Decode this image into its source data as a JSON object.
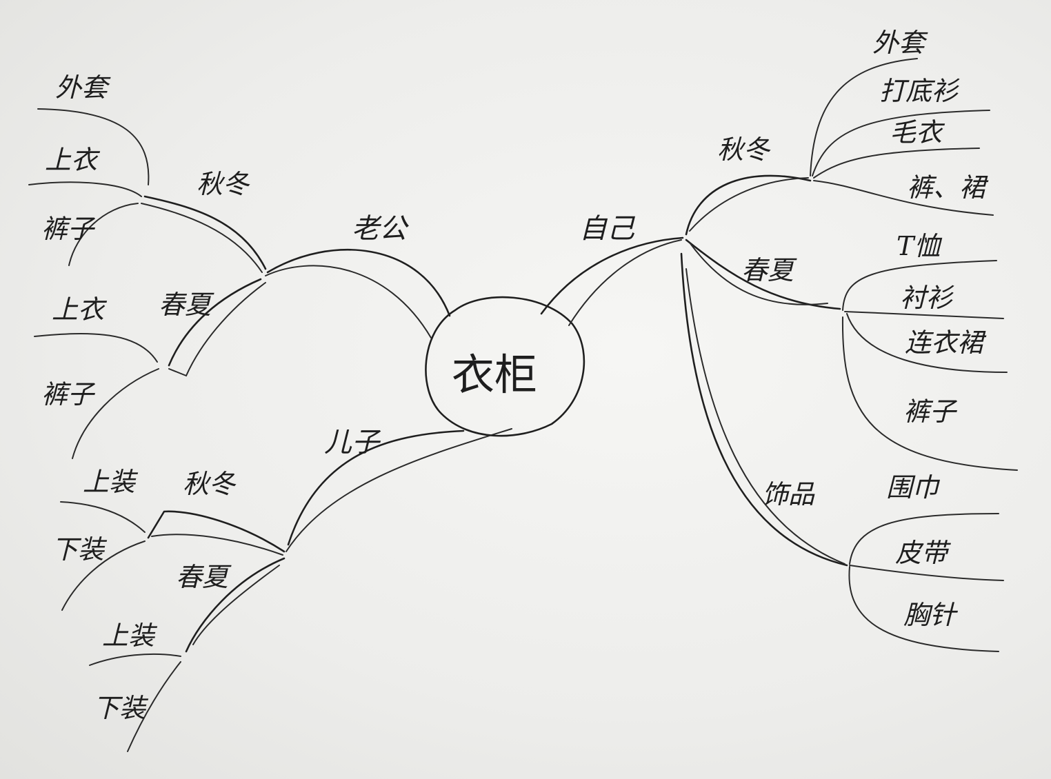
{
  "center": {
    "label": "衣柜"
  },
  "branches": {
    "husband": {
      "label": "老公",
      "autumn_winter": {
        "label": "秋冬",
        "items": [
          "外套",
          "上衣",
          "裤子"
        ]
      },
      "spring": {
        "label": "春夏",
        "items": [
          "上衣",
          "裤子"
        ]
      }
    },
    "son": {
      "label": "儿子",
      "autumn_winter": {
        "label": "秋冬",
        "items": [
          "上装",
          "下装"
        ]
      },
      "spring_summer": {
        "label": "春夏",
        "items": [
          "上装",
          "下装"
        ]
      }
    },
    "self": {
      "label": "自己",
      "autumn_winter": {
        "label": "秋冬",
        "items": [
          "外套",
          "打底衫",
          "毛衣",
          "裤、裙"
        ]
      },
      "spring_summer": {
        "label": "春夏",
        "items": [
          "T恤",
          "衬衫",
          "连衣裙",
          "裤子"
        ]
      },
      "accessories": {
        "label": "饰品",
        "items": [
          "围巾",
          "皮带",
          "胸针"
        ]
      }
    }
  }
}
